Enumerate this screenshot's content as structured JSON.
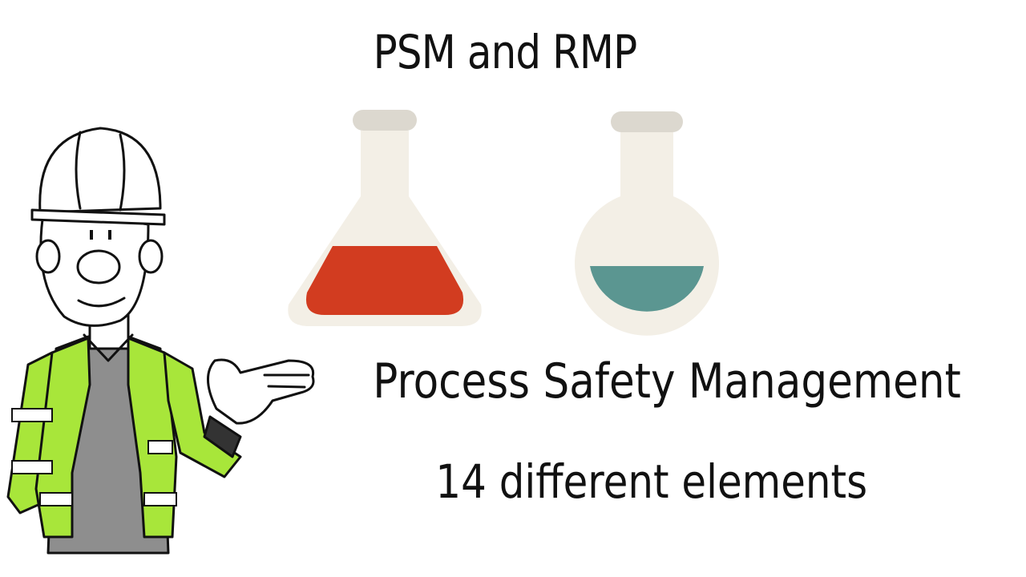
{
  "slide": {
    "title": "PSM and RMP",
    "headline": "Process Safety Management",
    "subline": "14 different elements"
  },
  "colors": {
    "flask_glass": "#f3efe6",
    "flask_cap": "#dcd8cf",
    "red_liquid": "#d23c20",
    "teal_liquid": "#5b9691",
    "vest_green": "#a8e63a",
    "vest_stripe": "#ffffff",
    "shirt_gray": "#8e8e8e",
    "outline": "#111111"
  },
  "icons": [
    "erlenmeyer-flask-icon",
    "round-bottom-flask-icon",
    "safety-worker-illustration"
  ]
}
